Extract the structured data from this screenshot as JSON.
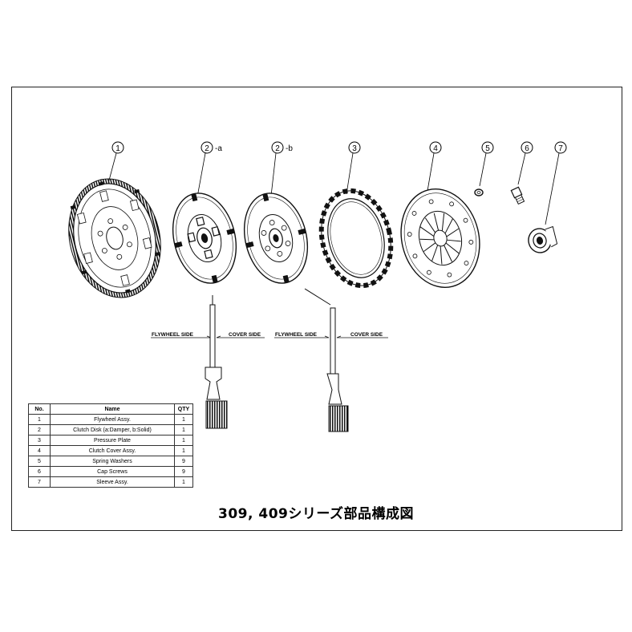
{
  "callouts": {
    "p1": "1",
    "p2a_num": "2",
    "p2a_suffix": "-a",
    "p2b_num": "2",
    "p2b_suffix": "-b",
    "p3": "3",
    "p4": "4",
    "p5": "5",
    "p6": "6",
    "p7": "7"
  },
  "section_labels": {
    "flywheel_side": "FLYWHEEL SIDE",
    "cover_side": "COVER SIDE"
  },
  "table": {
    "headers": {
      "no": "No.",
      "name": "Name",
      "qty": "QTY"
    },
    "rows": [
      {
        "no": "1",
        "name": "Flywheel Assy.",
        "qty": "1"
      },
      {
        "no": "2",
        "name": "Clutch Disk (a:Damper, b:Solid)",
        "qty": "1"
      },
      {
        "no": "3",
        "name": "Pressure Plate",
        "qty": "1"
      },
      {
        "no": "4",
        "name": "Clutch Cover Assy.",
        "qty": "1"
      },
      {
        "no": "5",
        "name": "Spring Washers",
        "qty": "9"
      },
      {
        "no": "6",
        "name": "Cap Screws",
        "qty": "9"
      },
      {
        "no": "7",
        "name": "Sleeve Assy.",
        "qty": "1"
      }
    ]
  },
  "caption": "309, 409シリーズ部品構成図"
}
